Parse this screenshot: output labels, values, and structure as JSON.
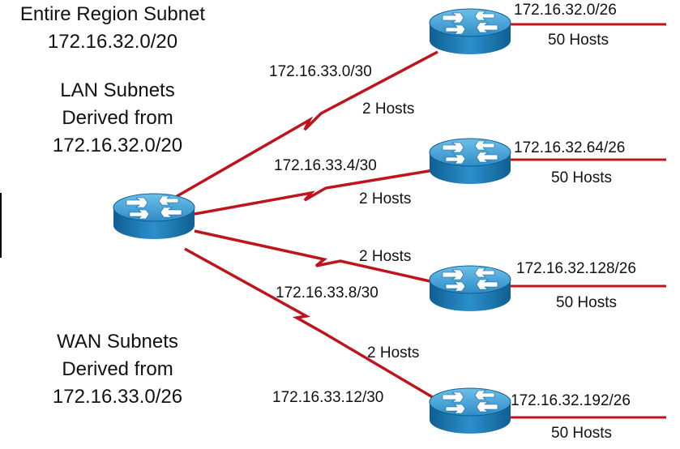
{
  "headings": {
    "region": [
      "Entire Region Subnet",
      "172.16.32.0/20"
    ],
    "lan": [
      "LAN Subnets",
      "Derived from",
      "172.16.32.0/20"
    ],
    "wan": [
      "WAN Subnets",
      "Derived from",
      "172.16.33.0/26"
    ]
  },
  "links": [
    {
      "wan_subnet": "172.16.33.0/30",
      "wan_hosts": "2 Hosts",
      "lan_subnet": "172.16.32.0/26",
      "lan_hosts": "50 Hosts"
    },
    {
      "wan_subnet": "172.16.33.4/30",
      "wan_hosts": "2 Hosts",
      "lan_subnet": "172.16.32.64/26",
      "lan_hosts": "50 Hosts"
    },
    {
      "wan_subnet": "172.16.33.8/30",
      "wan_hosts": "2 Hosts",
      "lan_subnet": "172.16.32.128/26",
      "lan_hosts": "50 Hosts"
    },
    {
      "wan_subnet": "172.16.33.12/30",
      "wan_hosts": "2 Hosts",
      "lan_subnet": "172.16.32.192/26",
      "lan_hosts": "50 Hosts"
    }
  ],
  "colors": {
    "link": "#c0141c",
    "router_top": "#4aa3d6",
    "router_side": "#1a78b0",
    "router_arrow": "#ffffff"
  }
}
